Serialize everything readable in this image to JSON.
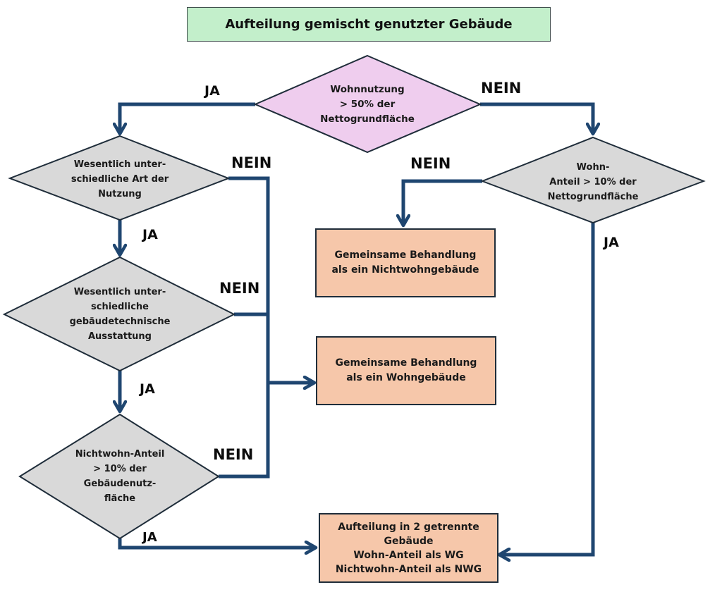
{
  "title": "Aufteilung gemischt genutzter Gebäude",
  "colors": {
    "title_bg": "#c3efcb",
    "start_decision_fill": "#efcdee",
    "decision_fill": "#d9d9d9",
    "result_fill": "#f6c7aa",
    "connector": "#1f4670"
  },
  "decisions": {
    "wohnnutzung": "Wohnnutzung\n> 50% der\nNettogrundfläche",
    "art_nutzung": "Wesentlich unter-\nschiedliche Art der\nNutzung",
    "ausstattung": "Wesentlich unter-\nschiedliche\ngebäudetechnische\nAusstattung",
    "nichtwohn_anteil": "Nichtwohn-Anteil\n> 10%  der\nGebäudenutz-\nfläche",
    "wohn_anteil": "Wohn-\nAnteil  >  10% der\nNettogrundfläche"
  },
  "results": {
    "nichtwohngebaeude": "Gemeinsame Behandlung\nals ein Nichtwohngebäude",
    "wohngebaeude": "Gemeinsame Behandlung\nals ein Wohngebäude",
    "aufteilung": "Aufteilung in 2 getrennte\nGebäude\nWohn-Anteil als WG\nNichtwohn-Anteil als NWG"
  },
  "edge_labels": {
    "ja_1": "JA",
    "nein_1": "NEIN",
    "nein_art": "NEIN",
    "ja_art": "JA",
    "nein_ausstattung": "NEIN",
    "ja_ausstattung": "JA",
    "nein_nichtwohn": "NEIN",
    "ja_nichtwohn": "JA",
    "nein_wohn": "NEIN",
    "ja_wohn": "JA"
  }
}
